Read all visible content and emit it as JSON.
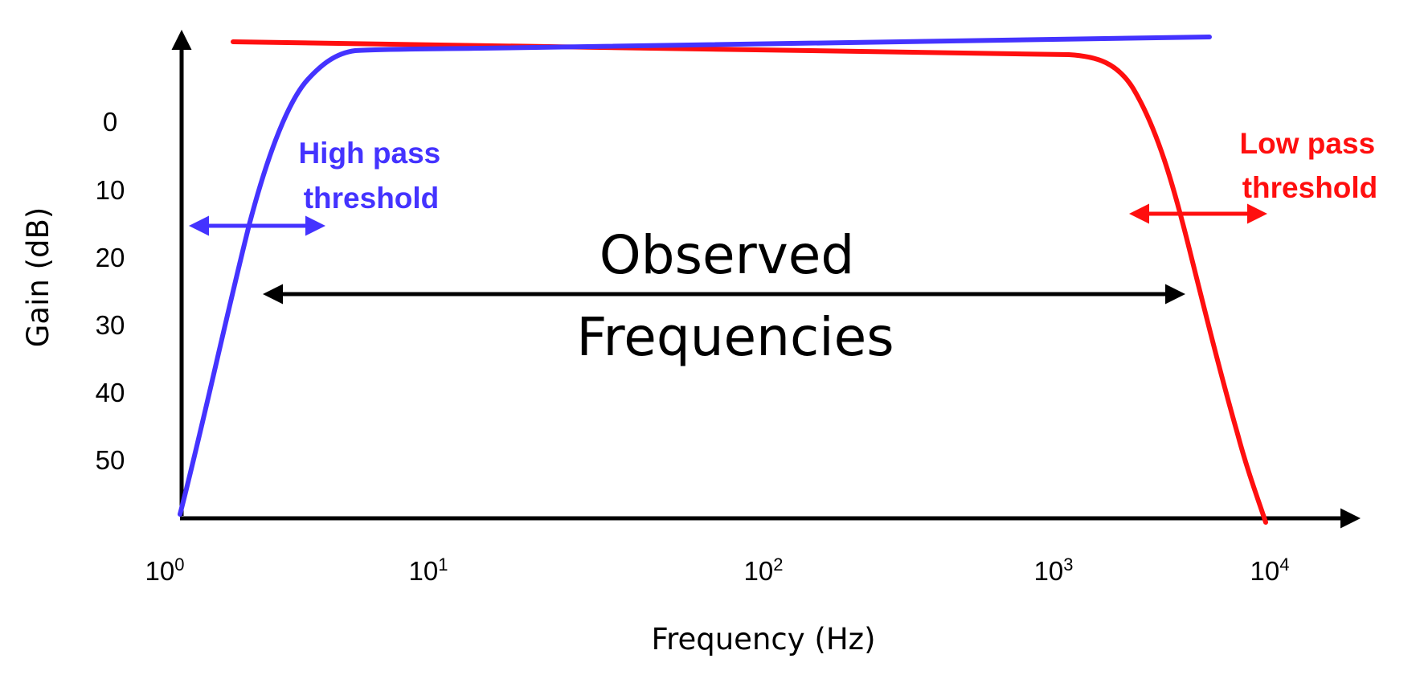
{
  "diagram": {
    "y_axis_label": "Gain (dB)",
    "y_ticks": [
      "0",
      "10",
      "20",
      "30",
      "40",
      "50"
    ],
    "x_axis_label": "Frequency (Hz)",
    "x_ticks": [
      {
        "base": "10",
        "exp": "0"
      },
      {
        "base": "10",
        "exp": "1"
      },
      {
        "base": "10",
        "exp": "2"
      },
      {
        "base": "10",
        "exp": "3"
      },
      {
        "base": "10",
        "exp": "4"
      }
    ],
    "high_pass_label": [
      "High pass",
      "threshold"
    ],
    "low_pass_label": [
      "Low pass",
      "threshold"
    ],
    "band_label": [
      "Observed",
      "Frequencies"
    ],
    "colors": {
      "high_pass": "#4433ff",
      "low_pass": "#ff0f0f",
      "axis": "#000000"
    }
  }
}
